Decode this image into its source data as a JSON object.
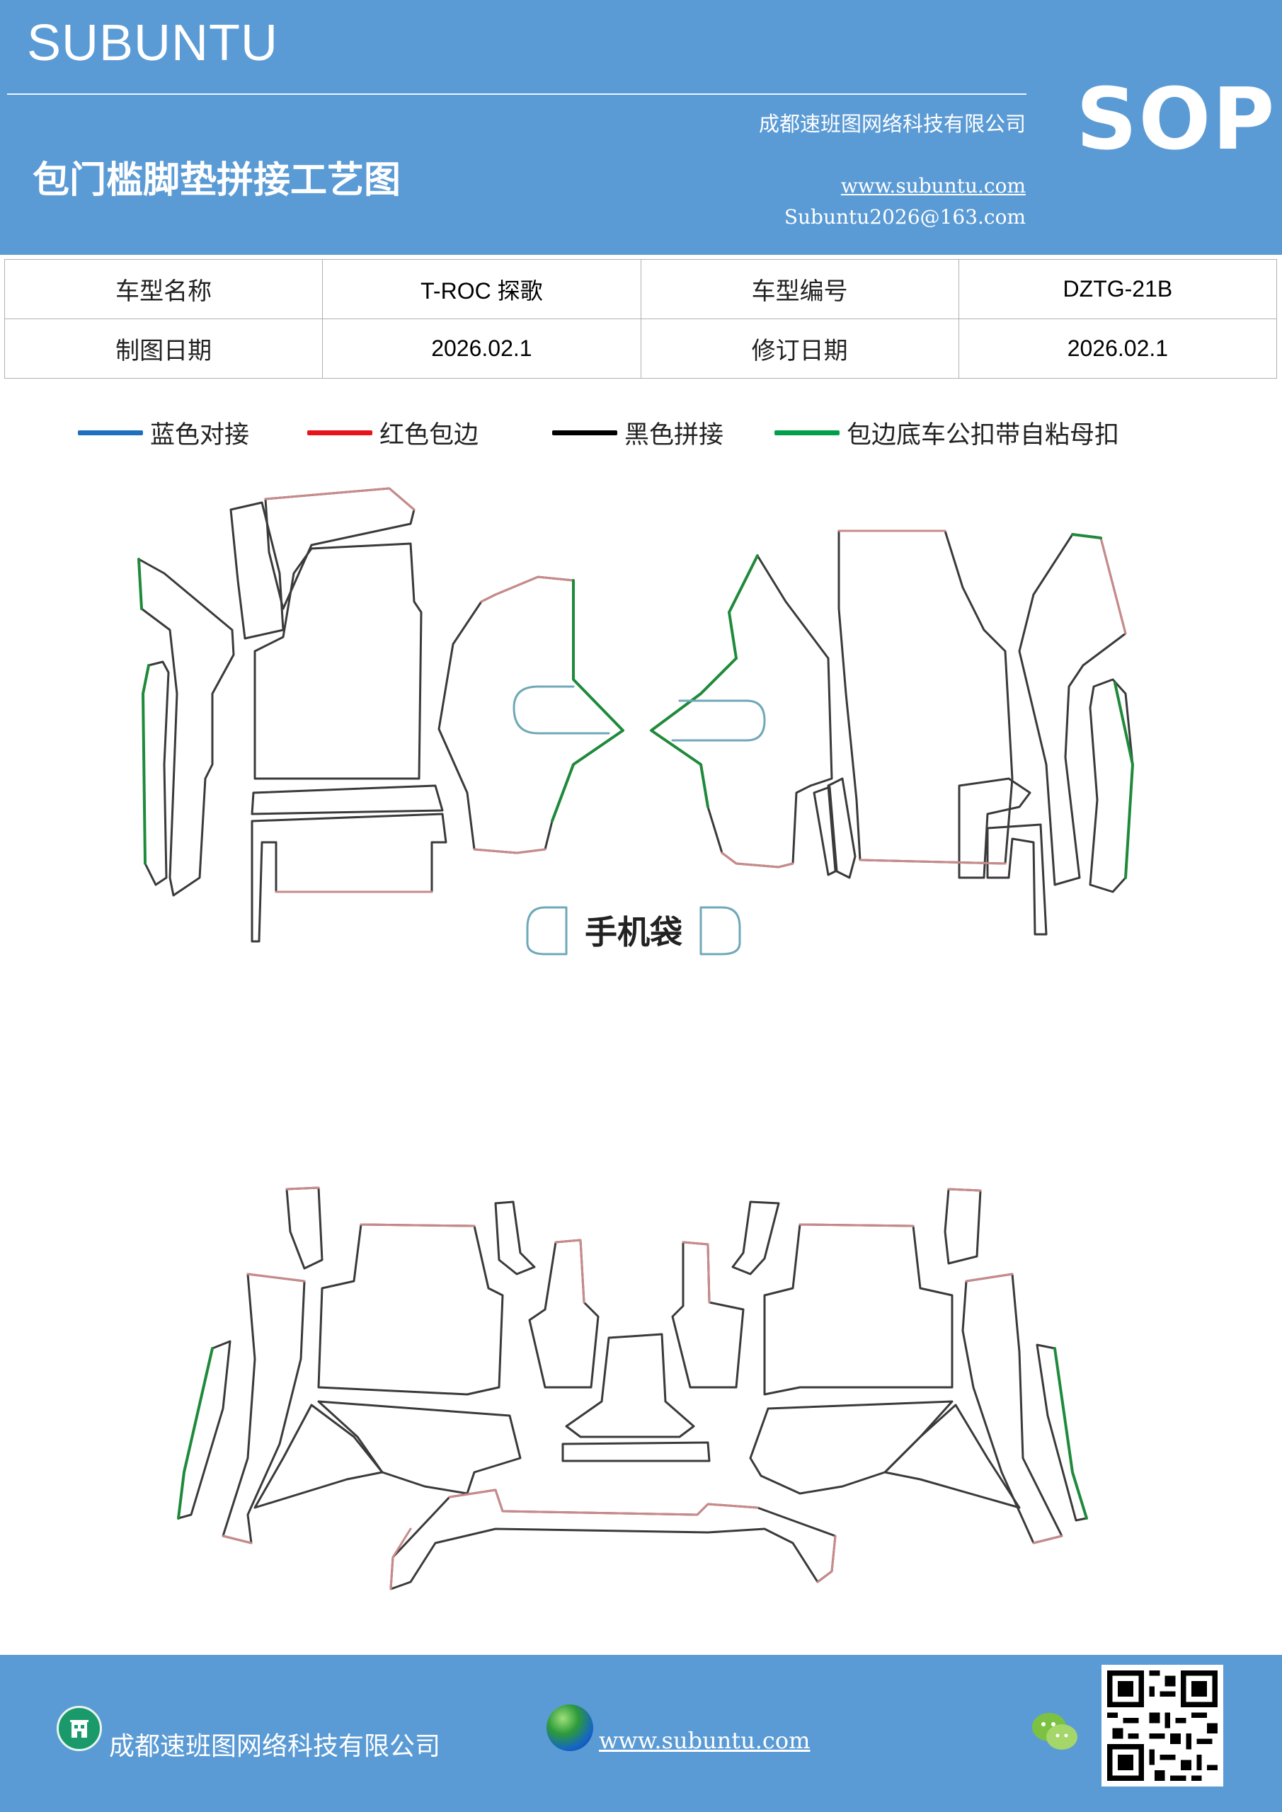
{
  "header": {
    "brand": "SUBUNTU",
    "badge": "SOP",
    "company": "成都速班图网络科技有限公司",
    "title": "包门槛脚垫拼接工艺图",
    "website": "www.subuntu.com",
    "email": "Subuntu2026@163.com"
  },
  "info": {
    "model_name_label": "车型名称",
    "model_name_value": "T-ROC 探歌",
    "model_code_label": "车型编号",
    "model_code_value": "DZTG-21B",
    "draw_date_label": "制图日期",
    "draw_date_value": "2026.02.1",
    "revise_date_label": "修订日期",
    "revise_date_value": "2026.02.1"
  },
  "legend": [
    {
      "label": "蓝色对接",
      "color": "#1f6fbf"
    },
    {
      "label": "红色包边",
      "color": "#e8141c"
    },
    {
      "label": "黑色拼接",
      "color": "#000000"
    },
    {
      "label": "包边底车公扣带自粘母扣",
      "color": "#00a04a"
    }
  ],
  "colors": {
    "header_bg": "#5b9bd5",
    "outline": "#3a3a3a",
    "edge_red": "#c98a8a",
    "edge_green": "#1e8a3a",
    "edge_blue": "#6fa8b8"
  },
  "phone_pocket_label": "手机袋",
  "footer": {
    "company": "成都速班图网络科技有限公司",
    "website": "www.subuntu.com",
    "icons": [
      "building-icon",
      "globe-icon",
      "wechat-icon",
      "qr-code"
    ]
  }
}
